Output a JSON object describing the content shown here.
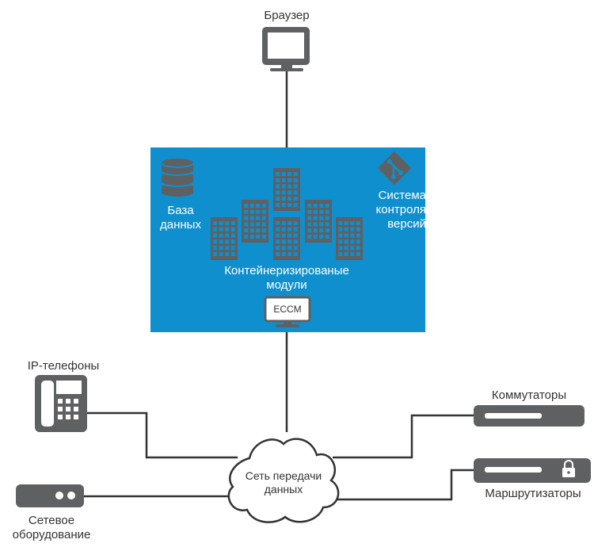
{
  "nodes": {
    "browser": "Браузер",
    "database": [
      "База",
      "данных"
    ],
    "vcs": [
      "Система",
      "контроля",
      "версий"
    ],
    "containers": [
      "Контейнеризированые",
      "модули"
    ],
    "eccm": "ECCM",
    "ip_phones": "IP-телефоны",
    "switches": "Коммутаторы",
    "routers": "Маршрутизаторы",
    "network": [
      "Сеть передачи",
      "данных"
    ],
    "network_equipment": [
      "Сетевое",
      "оборудование"
    ]
  },
  "colors": {
    "server_box": "#0f8fce",
    "icon_gray": "#5f6061",
    "line": "#333333",
    "screen": "#ffffff"
  },
  "icons": [
    "monitor-icon",
    "database-icon",
    "git-icon",
    "building-icon",
    "phone-icon",
    "switch-icon",
    "router-lock-icon",
    "cloud-icon",
    "network-device-icon"
  ]
}
